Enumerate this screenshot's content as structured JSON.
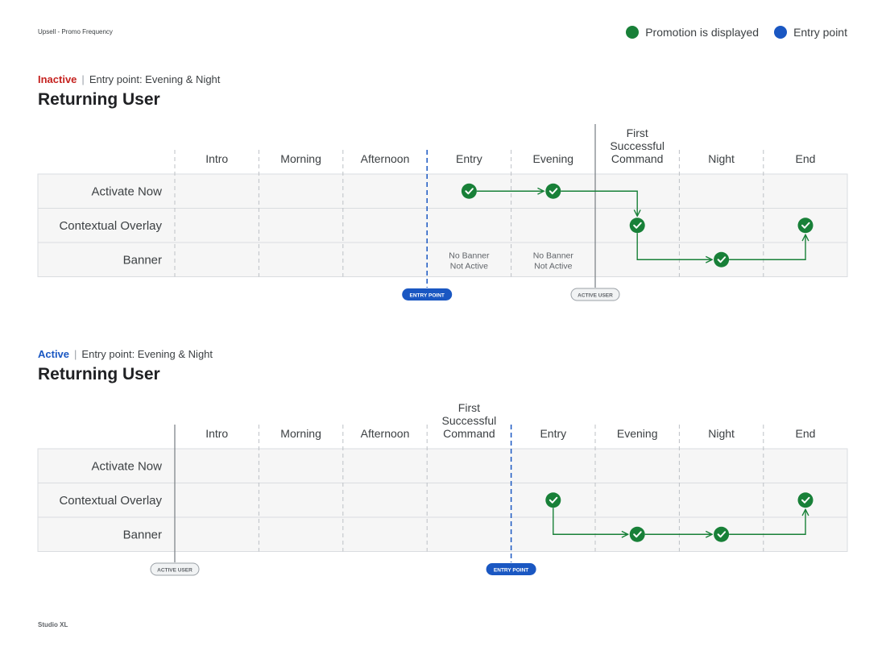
{
  "header": {
    "doc_title": "Upsell - Promo Frequency"
  },
  "legend": [
    {
      "label": "Promotion is displayed",
      "color": "#188038"
    },
    {
      "label": "Entry point",
      "color": "#1a57c2"
    }
  ],
  "colors": {
    "inactive": "#c5221f",
    "active": "#1a57c2",
    "promo": "#188038",
    "entry": "#1a57c2",
    "active_user_line": "#80868b",
    "row_fill": "#f6f6f6",
    "row_border": "#dadce0"
  },
  "row_labels": [
    "Activate Now",
    "Contextual Overlay",
    "Banner"
  ],
  "sections": [
    {
      "status": "Inactive",
      "status_color_key": "inactive",
      "entry_text": "Entry point: Evening & Night",
      "title": "Returning User",
      "columns": [
        "Intro",
        "Morning",
        "Afternoon",
        "Entry",
        "Evening",
        "First Successful Command",
        "Night",
        "End"
      ],
      "entry_marker": {
        "boundary": 3,
        "label": "ENTRY POINT"
      },
      "active_user_marker": {
        "boundary": 5,
        "label": "ACTIVE USER"
      },
      "promotions": [
        {
          "row": 0,
          "col": 3
        },
        {
          "row": 0,
          "col": 4
        },
        {
          "row": 1,
          "col": 5
        },
        {
          "row": 1,
          "col": 7
        },
        {
          "row": 2,
          "col": 6
        }
      ],
      "notes": [
        {
          "row": 2,
          "col": 3,
          "lines": [
            "No Banner",
            "Not Active"
          ]
        },
        {
          "row": 2,
          "col": 4,
          "lines": [
            "No Banner",
            "Not Active"
          ]
        }
      ],
      "flow": [
        [
          0,
          3
        ],
        [
          0,
          4
        ],
        [
          1,
          5
        ],
        [
          2,
          6
        ],
        [
          1,
          7
        ]
      ]
    },
    {
      "status": "Active",
      "status_color_key": "active",
      "entry_text": "Entry point: Evening & Night",
      "title": "Returning User",
      "columns": [
        "Intro",
        "Morning",
        "Afternoon",
        "First Successful Command",
        "Entry",
        "Evening",
        "Night",
        "End"
      ],
      "entry_marker": {
        "boundary": 4,
        "label": "ENTRY POINT"
      },
      "active_user_marker": {
        "boundary": 0,
        "label": "ACTIVE USER"
      },
      "promotions": [
        {
          "row": 1,
          "col": 4
        },
        {
          "row": 2,
          "col": 5
        },
        {
          "row": 2,
          "col": 6
        },
        {
          "row": 1,
          "col": 7
        }
      ],
      "notes": [],
      "flow": [
        [
          1,
          4
        ],
        [
          2,
          5
        ],
        [
          2,
          6
        ],
        [
          1,
          7
        ]
      ]
    }
  ],
  "footer": {
    "brand": "Studio XL"
  }
}
